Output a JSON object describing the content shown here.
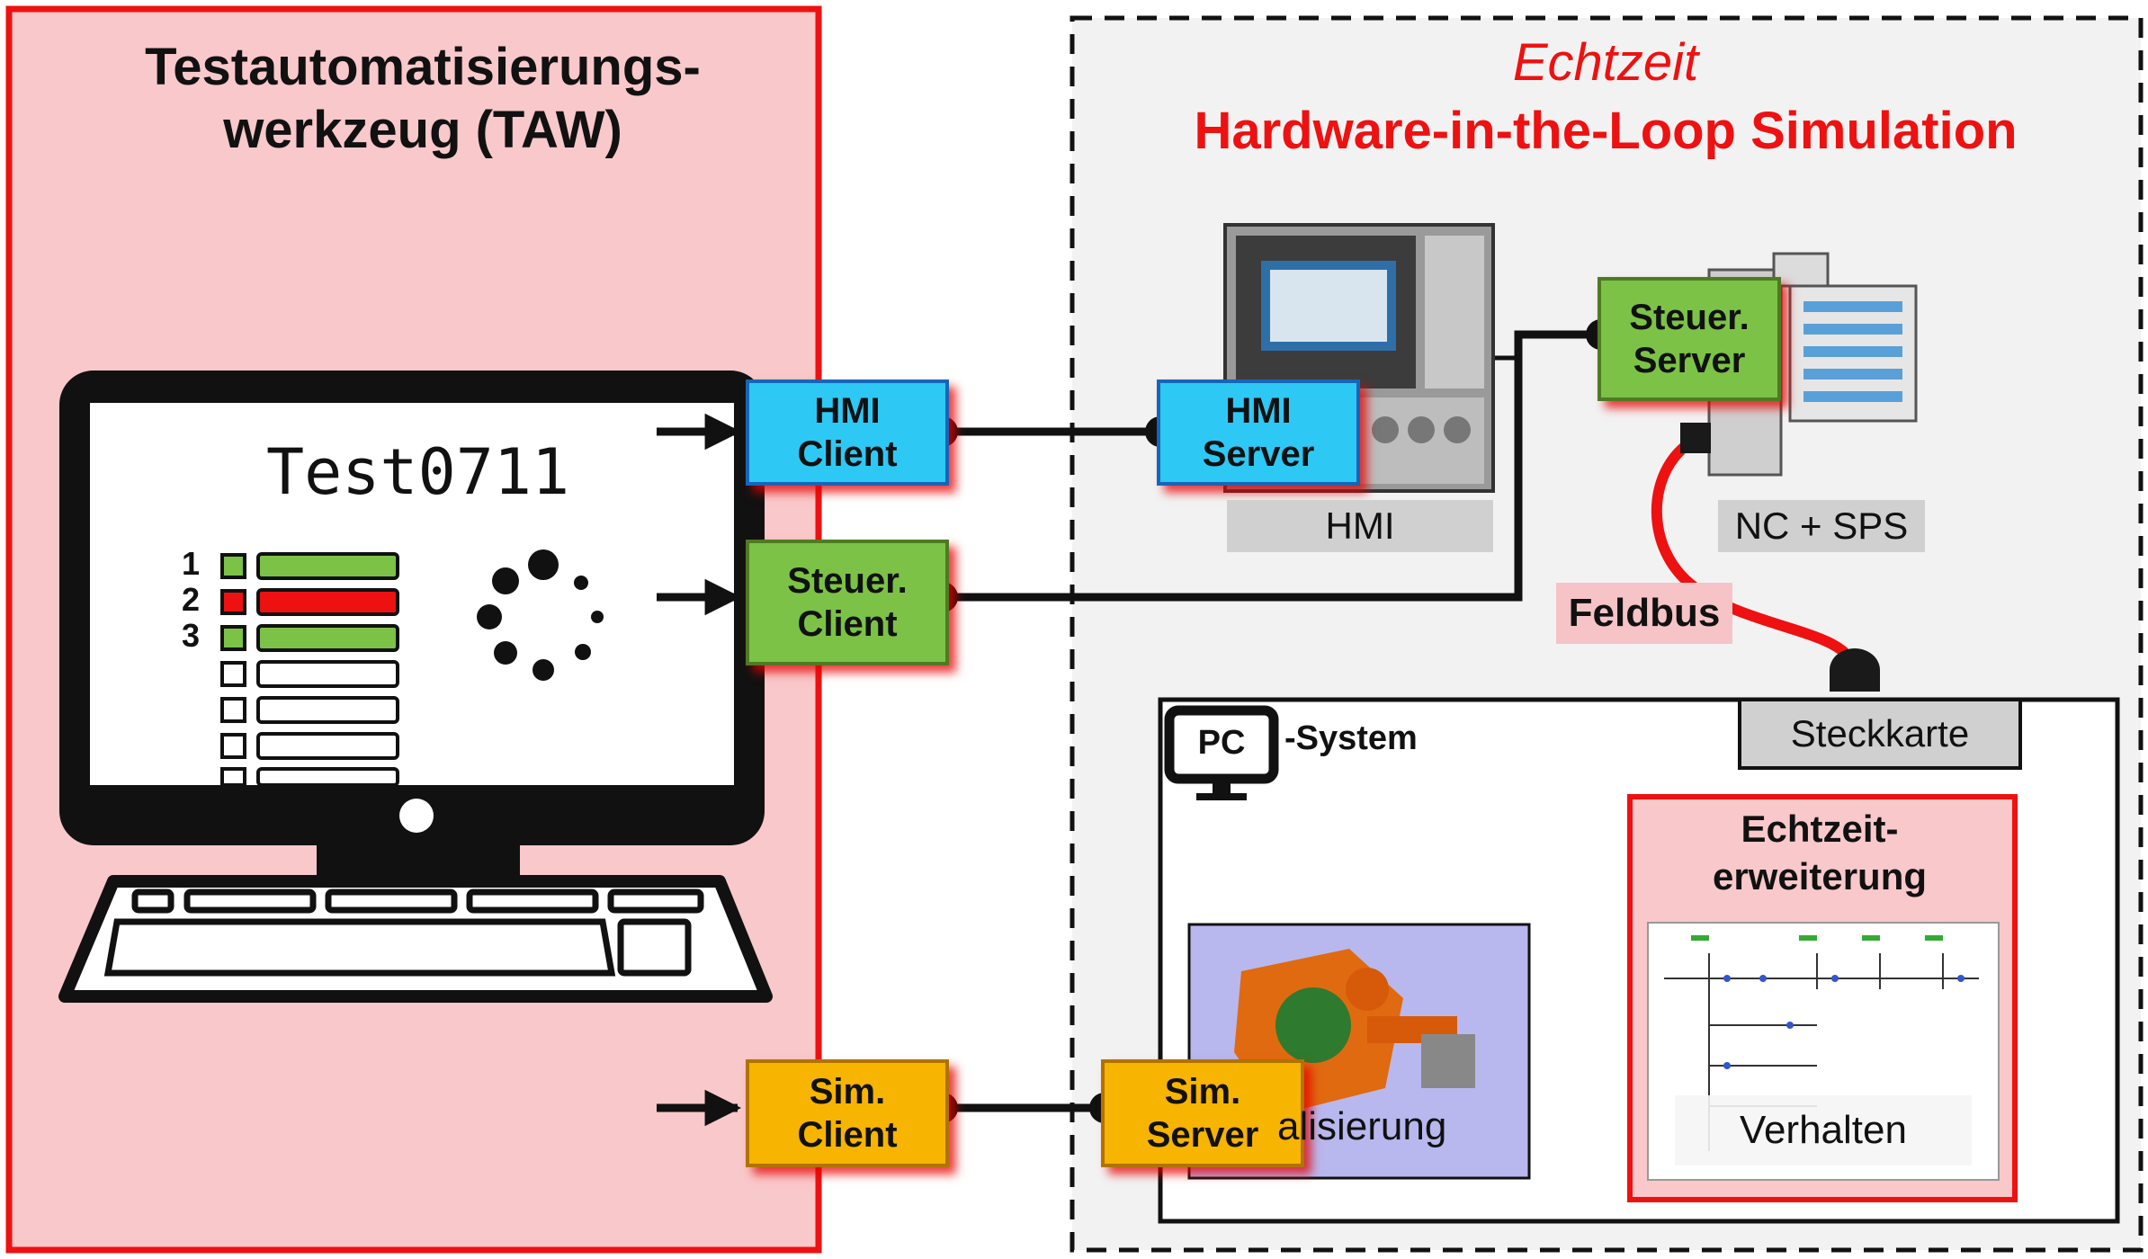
{
  "taw": {
    "title_line1": "Testautomatisierungs-",
    "title_line2": "werkzeug (TAW)",
    "test_label": "Test0711",
    "test_numbers": [
      "1",
      "2",
      "3"
    ]
  },
  "hil": {
    "title_line1": "Echtzeit",
    "title_line2": "Hardware-in-the-Loop Simulation"
  },
  "clients": {
    "hmi": {
      "line1": "HMI",
      "line2": "Client"
    },
    "steuer": {
      "line1": "Steuer.",
      "line2": "Client"
    },
    "sim": {
      "line1": "Sim.",
      "line2": "Client"
    }
  },
  "servers": {
    "hmi": {
      "line1": "HMI",
      "line2": "Server"
    },
    "steuer": {
      "line1": "Steuer.",
      "line2": "Server"
    },
    "sim": {
      "line1": "Sim.",
      "line2": "Server"
    }
  },
  "labels": {
    "hmi": "HMI",
    "nc_sps": "NC + SPS",
    "feldbus": "Feldbus",
    "steckkarte": "Steckkarte",
    "pc": "PC",
    "system": "-System",
    "echtzeit_line1": "Echtzeit-",
    "echtzeit_line2": "erweiterung",
    "visualisierung": "alisierung",
    "verhalten": "Verhalten"
  },
  "colors": {
    "taw_panel": "#f9c8ca",
    "taw_border": "#ee1111",
    "hil_panel": "#f2f2f2",
    "hmi_blue": "#2ec8f5",
    "steuer_green": "#7cc246",
    "sim_orange": "#f7b400",
    "feldbus_red": "#ee1111",
    "status_green": "#7cc246",
    "status_red": "#ee1111"
  }
}
